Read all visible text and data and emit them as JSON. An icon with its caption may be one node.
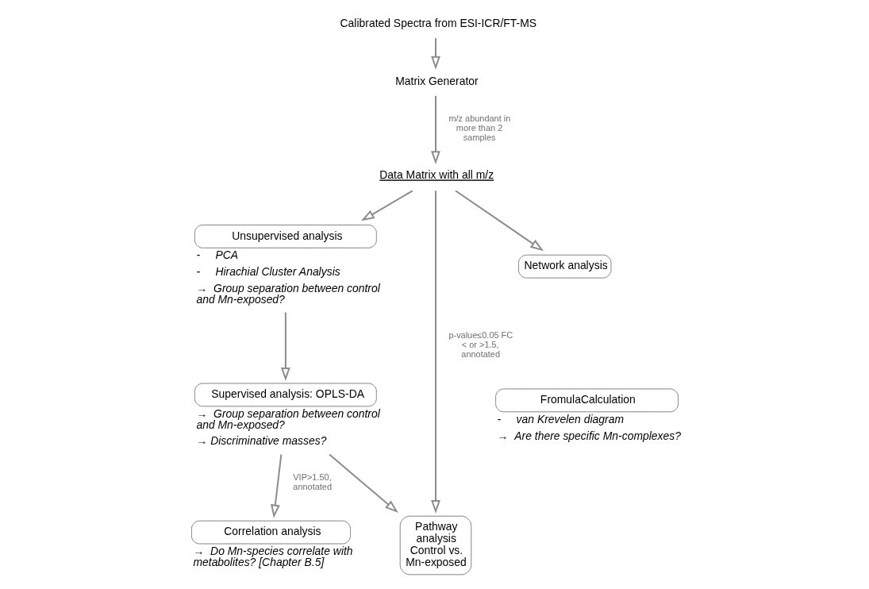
{
  "diagram": {
    "nodes": [
      {
        "text": [
          "Calibrated Spectra from ESI-ICR/FT-MS"
        ]
      },
      {
        "text": [
          "Matrix Generator"
        ]
      },
      {
        "text": [
          "Data Matrix with all m/z"
        ]
      },
      {
        "text": [
          "Unsupervised analysis"
        ],
        "beside": [
          "-     PCA",
          "-     Hirachial Cluster Analysis",
          "→  Group separation between control and Mn-exposed?"
        ]
      },
      {
        "text": [
          "Supervised analysis: OPLS-DA"
        ],
        "beside": [
          "→  Group separation between control and Mn-exposed?",
          "→ Discriminative masses?"
        ]
      },
      {
        "text": [
          "Correlation analysis"
        ],
        "beside": [
          "→  Do Mn-species correlate with metabolites? [Chapter B.5]"
        ]
      },
      {
        "text": [
          "Pathway analysis Control vs. Mn-exposed"
        ]
      },
      {
        "text": [
          "Network analysis"
        ]
      },
      {
        "text": [
          "FromulaCalculation"
        ],
        "beside": [
          "-     van Krevelen diagram",
          "→  Are there specific Mn-complexes?"
        ]
      }
    ],
    "edges": [
      {
        "from": 0,
        "to": 1,
        "arrow": "to"
      },
      {
        "from": 1,
        "to": 2,
        "arrow": "to",
        "label": "m/z abundant in more than 2 samples"
      },
      {
        "from": 2,
        "to": 3,
        "arrow": "to"
      },
      {
        "from": 2,
        "to": 6,
        "arrow": "to",
        "label": "p-value≤0.05 FC < or >1.5, annotated"
      },
      {
        "from": 2,
        "to": 7,
        "arrow": "to"
      },
      {
        "from": 3,
        "to": 4,
        "arrow": "to"
      },
      {
        "from": 4,
        "to": 5,
        "arrow": "to",
        "label": "VIP>1.50, annotated"
      },
      {
        "from": 4,
        "to": 6,
        "arrow": "to"
      }
    ]
  }
}
